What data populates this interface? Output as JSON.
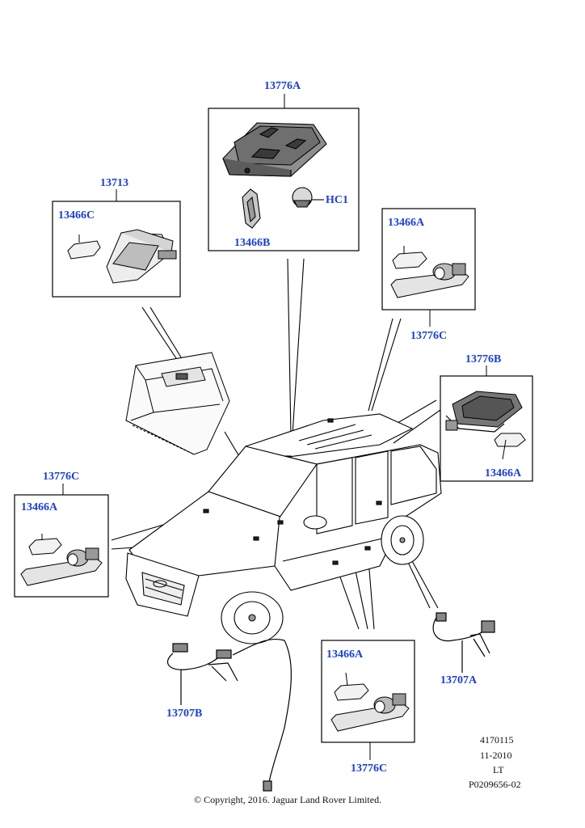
{
  "labels": {
    "top_assembly": "13776A",
    "top_bulb": "13466B",
    "top_connector": "HC1",
    "glovebox_assembly": "13713",
    "glovebox_bulb": "13466C",
    "right_upper_bulb": "13466A",
    "right_upper_assembly": "13776C",
    "right_lamp_assembly": "13776B",
    "right_lamp_bulb": "13466A",
    "left_bulb": "13466A",
    "left_assembly": "13776C",
    "bottom_bulb": "13466A",
    "bottom_assembly": "13776C",
    "harness_left": "13707B",
    "harness_right": "13707A"
  },
  "meta": {
    "code": "4170115",
    "date": "11-2010",
    "region": "LT",
    "illustration": "P0209656-02",
    "copyright": "© Copyright, 2016. Jaguar Land Rover Limited."
  },
  "colors": {
    "label": "#1a3fd4",
    "line": "#000000"
  }
}
